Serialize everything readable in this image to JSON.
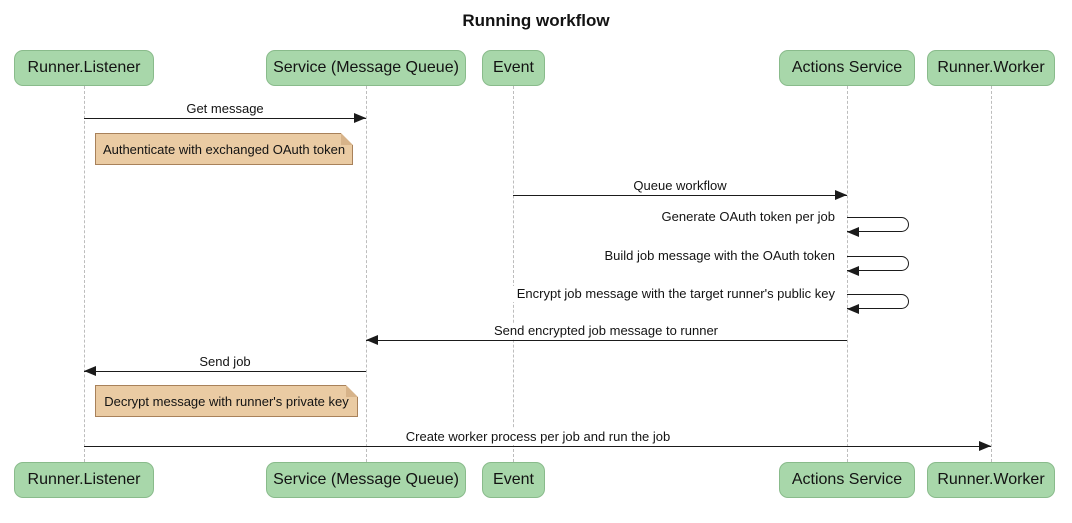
{
  "title": "Running workflow",
  "actors": [
    {
      "label": "Runner.Listener"
    },
    {
      "label": "Service (Message Queue)"
    },
    {
      "label": "Event"
    },
    {
      "label": "Actions Service"
    },
    {
      "label": "Runner.Worker"
    }
  ],
  "messages": [
    {
      "label": "Get message",
      "from": "Runner.Listener",
      "to": "Service (Message Queue)",
      "type": "solid-arrow"
    },
    {
      "label": "Queue workflow",
      "from": "Event",
      "to": "Actions Service",
      "type": "solid-arrow"
    },
    {
      "label": "Generate OAuth token per job",
      "from": "Actions Service",
      "to": "Actions Service",
      "type": "self-arrow"
    },
    {
      "label": "Build job message with the OAuth token",
      "from": "Actions Service",
      "to": "Actions Service",
      "type": "self-arrow"
    },
    {
      "label": "Encrypt job message with the target runner's public key",
      "from": "Actions Service",
      "to": "Actions Service",
      "type": "self-arrow"
    },
    {
      "label": "Send encrypted job message to runner",
      "from": "Actions Service",
      "to": "Service (Message Queue)",
      "type": "solid-arrow"
    },
    {
      "label": "Send job",
      "from": "Service (Message Queue)",
      "to": "Runner.Listener",
      "type": "solid-arrow"
    },
    {
      "label": "Create worker process per job and run the job",
      "from": "Runner.Listener",
      "to": "Runner.Worker",
      "type": "solid-arrow"
    }
  ],
  "notes": [
    {
      "label": "Authenticate with exchanged OAuth token",
      "anchor": "Runner.Listener"
    },
    {
      "label": "Decrypt message with runner's private key",
      "anchor": "Runner.Listener"
    }
  ],
  "colors": {
    "actor_fill": "#A8D7AA",
    "actor_border": "#89BB8B",
    "note_fill": "#EACBA3",
    "note_border": "#A8815A",
    "line": "#1b1b1b",
    "lifeline": "#bdbdbd",
    "background": "#ffffff",
    "text": "#131313"
  }
}
